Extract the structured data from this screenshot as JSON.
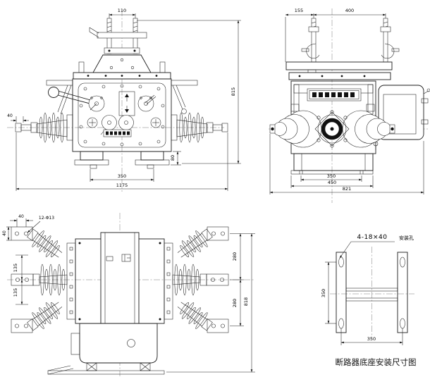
{
  "drawing": {
    "caption": "断路器底座安装尺寸图",
    "front_view": {
      "dim_top_width": "110",
      "dim_terminal_length": "40",
      "dim_height": "815",
      "dim_foot_height": "80",
      "dim_foot_span": "350",
      "dim_total_width": "1175"
    },
    "side_view": {
      "dim_hanger_left": "155",
      "dim_hanger_span": "400",
      "dim_mount_span": "350",
      "dim_base_width": "450",
      "dim_total_width": "821"
    },
    "plan_view": {
      "dim_pad_hole_span": "40",
      "dim_pad_width": "40",
      "label_terminal_holes": "12-Φ13",
      "dim_phase_upper": "135",
      "dim_phase_lower": "135",
      "dim_pole_spacing_upper": "280",
      "dim_pole_spacing_lower": "280",
      "dim_total_length": "818"
    },
    "mount_view": {
      "label_slot": "4-18×40",
      "label_slot_note": "安装孔",
      "dim_vertical": "350",
      "dim_horizontal": "350"
    }
  }
}
